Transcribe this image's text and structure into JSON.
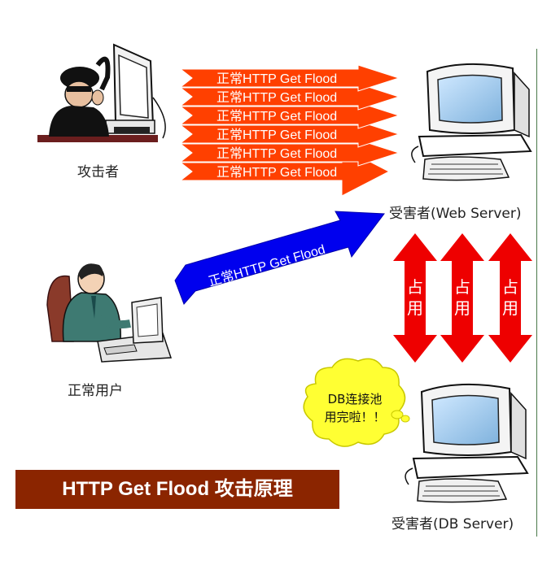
{
  "attacker_label": "攻击者",
  "normal_user_label": "正常用户",
  "flood_arrows": [
    {
      "label": "正常HTTP Get Flood"
    },
    {
      "label": "正常HTTP Get Flood"
    },
    {
      "label": "正常HTTP Get Flood"
    },
    {
      "label": "正常HTTP Get Flood"
    },
    {
      "label": "正常HTTP Get Flood"
    },
    {
      "label": "正常HTTP Get Flood"
    }
  ],
  "normal_arrow_label": "正常HTTP Get Flood",
  "web_server_label": "受害者(Web Server)",
  "db_server_label": "受害者(DB Server)",
  "occupy_arrows": [
    {
      "line1": "占",
      "line2": "用"
    },
    {
      "line1": "占",
      "line2": "用"
    },
    {
      "line1": "占",
      "line2": "用"
    }
  ],
  "bubble": {
    "line1": "DB连接池",
    "line2": "用完啦！！"
  },
  "title": "HTTP Get Flood 攻击原理",
  "colors": {
    "flood_arrow": "#ff4000",
    "normal_arrow": "#0000ee",
    "occupy_arrow": "#ee0000",
    "bubble": "#ffff33",
    "title_bg": "#8b2500",
    "monitor_screen": "#99ccee"
  }
}
